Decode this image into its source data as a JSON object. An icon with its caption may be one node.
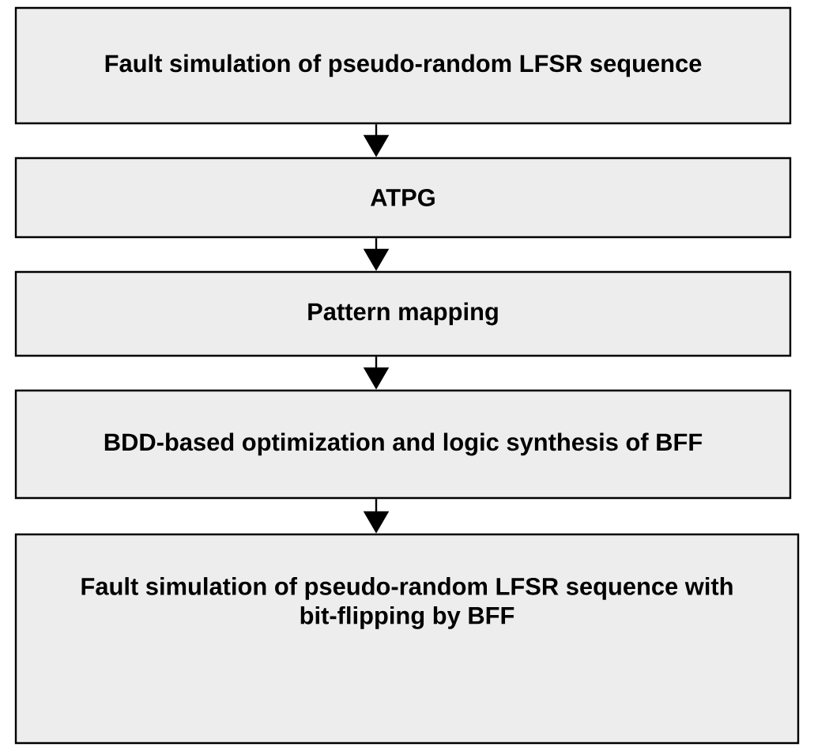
{
  "diagram": {
    "nodes": [
      {
        "text": [
          "Fault simulation of pseudo-random LFSR sequence"
        ]
      },
      {
        "text": [
          "ATPG"
        ]
      },
      {
        "text": [
          "Pattern mapping"
        ]
      },
      {
        "text": [
          "BDD-based optimization and logic synthesis of BFF"
        ]
      },
      {
        "text": [
          "Fault simulation of pseudo-random LFSR sequence with bit-flipping by BFF"
        ]
      }
    ],
    "edges": [
      {
        "from": 0,
        "to": 1,
        "arrow": "to"
      },
      {
        "from": 1,
        "to": 2,
        "arrow": "to"
      },
      {
        "from": 2,
        "to": 3,
        "arrow": "to"
      },
      {
        "from": 3,
        "to": 4,
        "arrow": "to"
      }
    ]
  }
}
